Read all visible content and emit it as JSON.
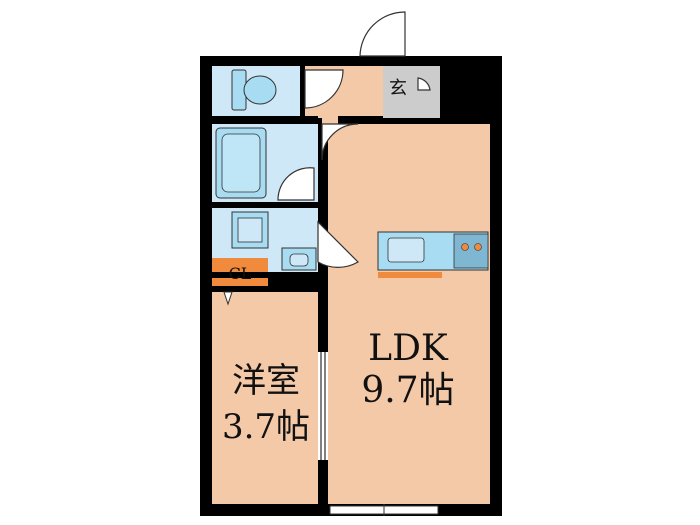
{
  "rooms": {
    "western": {
      "name": "洋室",
      "size": "3.7帖"
    },
    "ldk": {
      "name": "LDK",
      "size": "9.7帖"
    },
    "entrance": {
      "label": "玄"
    },
    "closet": {
      "label": "CL"
    }
  },
  "colors": {
    "wall": "#000000",
    "floor_room": "#f3c9a7",
    "floor_wet": "#cfe8f7",
    "fixture_blue": "#a8dcf2",
    "entrance_floor": "#cccccc",
    "orange_accent": "#f08a3c",
    "stove_panel": "#7fb6d2",
    "hall_floor": "#f3c9a7"
  },
  "icons": {
    "toilet": "toilet-icon",
    "bathtub": "bathtub-icon",
    "washbasin": "washbasin-icon",
    "sink": "kitchen-sink-icon",
    "stove": "stove-icon",
    "doors": "door-swing-icon"
  }
}
